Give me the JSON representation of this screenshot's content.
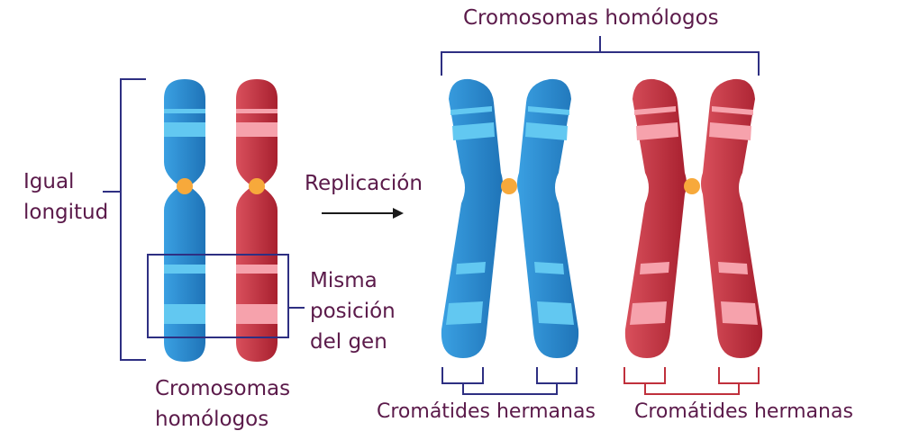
{
  "labels": {
    "title_top": "Cromosomas homólogos",
    "equal_length_line1": "Igual",
    "equal_length_line2": "longitud",
    "replication": "Replicación",
    "same_position_line1": "Misma",
    "same_position_line2": "posición",
    "same_position_line3": "del gen",
    "homologous_bottom_line1": "Cromosomas",
    "homologous_bottom_line2": "homólogos",
    "sister_chromatids_blue": "Cromátides hermanas",
    "sister_chromatids_red": "Cromátides hermanas"
  },
  "colors": {
    "blue": "#2a8fd6",
    "blue_dark": "#1f74b8",
    "blue_band": "#62c8f1",
    "red": "#c8323f",
    "red_dark": "#a8202f",
    "red_band": "#f6a2ac",
    "centromere": "#f7a93b",
    "bracket": "#2e2f82",
    "bracket_red": "#c0303c",
    "text": "#5b1a4a",
    "arrow": "#1a1a1a"
  },
  "icons": {
    "arrow": "right-arrow-icon"
  }
}
